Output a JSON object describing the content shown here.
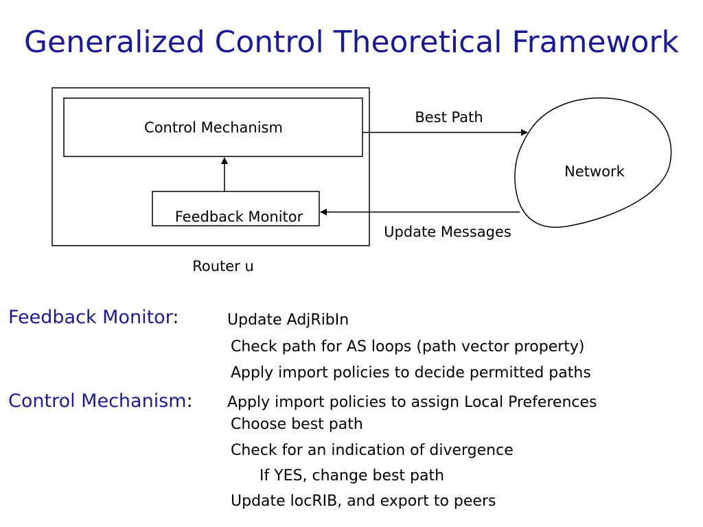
{
  "slide": {
    "title": "Generalized Control Theoretical Framework",
    "accent_color": "#1a1a99"
  },
  "diagram": {
    "router_label": "Router u",
    "control_mechanism_label": "Control Mechanism",
    "feedback_monitor_label": "Feedback Monitor",
    "network_label": "Network",
    "best_path_label": "Best Path",
    "update_messages_label": "Update Messages"
  },
  "feedback_monitor": {
    "heading": "Feedback Monitor",
    "colon": ":",
    "items": [
      "Update AdjRibIn",
      "Check path for AS loops (path vector property)",
      "Apply import policies to decide permitted paths"
    ]
  },
  "control_mechanism": {
    "heading": "Control Mechanism",
    "colon": ":",
    "items": [
      "Apply import policies to assign Local Preferences",
      "Choose best path",
      "Check for an indication of divergence",
      "If YES, change best path",
      "Update locRIB, and export to peers"
    ]
  }
}
